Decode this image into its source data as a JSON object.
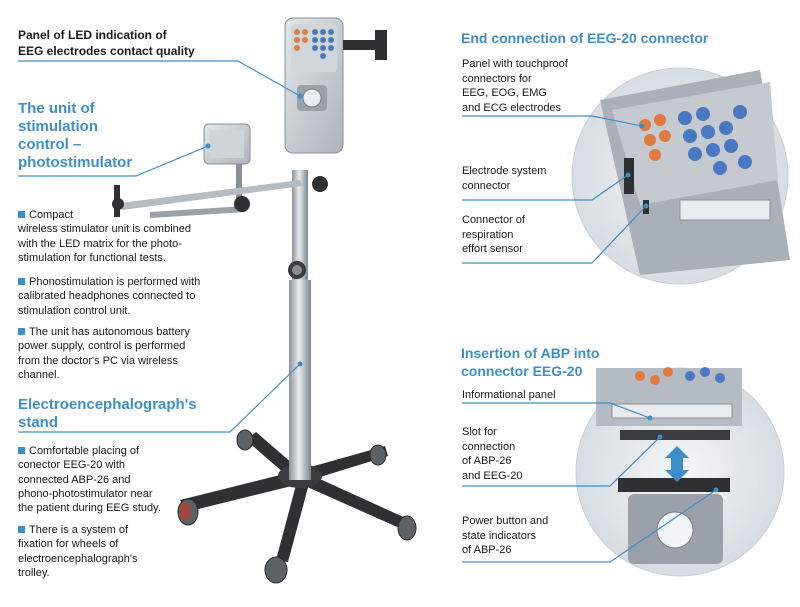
{
  "colors": {
    "accent": "#3d8fc9",
    "text": "#1a1a1a",
    "line": "#3d8fc9",
    "steel": "#b5bcc3",
    "dark": "#2c2c2c"
  },
  "left": {
    "panel_label_line1": "Panel of LED indication of",
    "panel_label_line2": "EEG electrodes contact quality",
    "stim_heading": [
      "The unit of",
      "stimulation",
      "control –",
      "photostimulator"
    ],
    "stim_paragraphs": [
      [
        "Compact",
        "wireless stimulator unit is combined",
        "with the LED matrix for the photo-",
        "stimulation for functional tests."
      ],
      [
        "Phonostimulation is performed with",
        "calibrated headphones connected to",
        "stimulation control unit."
      ],
      [
        "The unit has autonomous battery",
        "power supply, control is performed",
        "from the doctor's PC via wireless",
        "channel."
      ]
    ],
    "stand_heading": [
      "Electroencephalograph's",
      "stand"
    ],
    "stand_paragraphs": [
      [
        "Comfortable placing of",
        "conector EEG-20 with",
        "connected ABP-26 and",
        "phono-photostimulator near",
        "the patient during EEG study."
      ],
      [
        "There is a system of",
        "fixation for wheels of",
        "electroencephalograph's",
        "trolley."
      ]
    ]
  },
  "right": {
    "end_heading": "End connection of EEG-20 connector",
    "end_labels": [
      [
        "Panel with touchproof",
        "connectors for",
        "EEG, EOG, EMG",
        "and ECG electrodes"
      ],
      [
        "Electrode system",
        "connector"
      ],
      [
        "Connector of",
        "respiration",
        "effort sensor"
      ]
    ],
    "abp_heading": [
      "Insertion of ABP into",
      "connector EEG-20"
    ],
    "abp_labels": [
      [
        "Informational panel"
      ],
      [
        "Slot for",
        "connection",
        "of ABP-26",
        "and EEG-20"
      ],
      [
        "Power button and",
        "state indicators",
        "of ABP-26"
      ]
    ]
  }
}
